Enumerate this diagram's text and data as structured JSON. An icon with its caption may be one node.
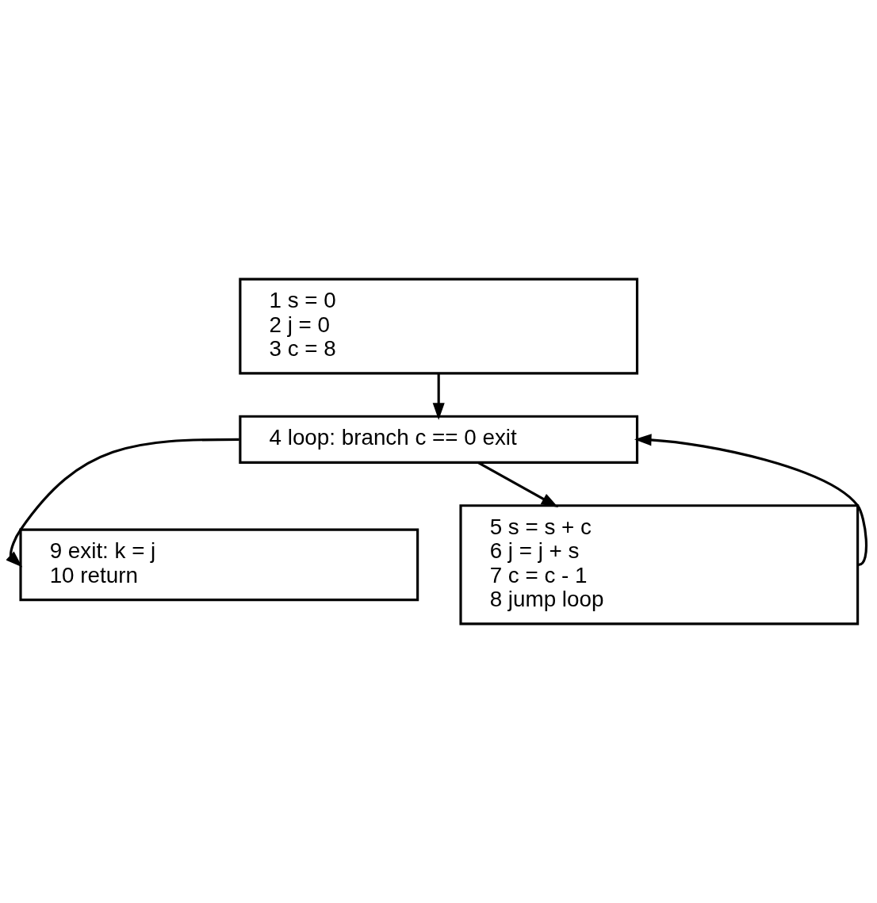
{
  "diagram": {
    "nodes": [
      {
        "text": [
          "1 s = 0",
          "2 j = 0",
          "3 c = 8"
        ]
      },
      {
        "text": [
          "4 loop: branch c == 0 exit"
        ]
      },
      {
        "text": [
          "5 s = s + c",
          "6 j = j + s",
          "7 c = c - 1",
          "8 jump loop"
        ]
      },
      {
        "text": [
          "9 exit: k = j",
          "10 return"
        ]
      }
    ],
    "edges": [
      {
        "from": 0,
        "to": 1,
        "arrow": "to"
      },
      {
        "from": 1,
        "to": 2,
        "arrow": "to"
      },
      {
        "from": 2,
        "to": 1,
        "arrow": "to"
      },
      {
        "from": 1,
        "to": 3,
        "arrow": "to"
      }
    ]
  }
}
